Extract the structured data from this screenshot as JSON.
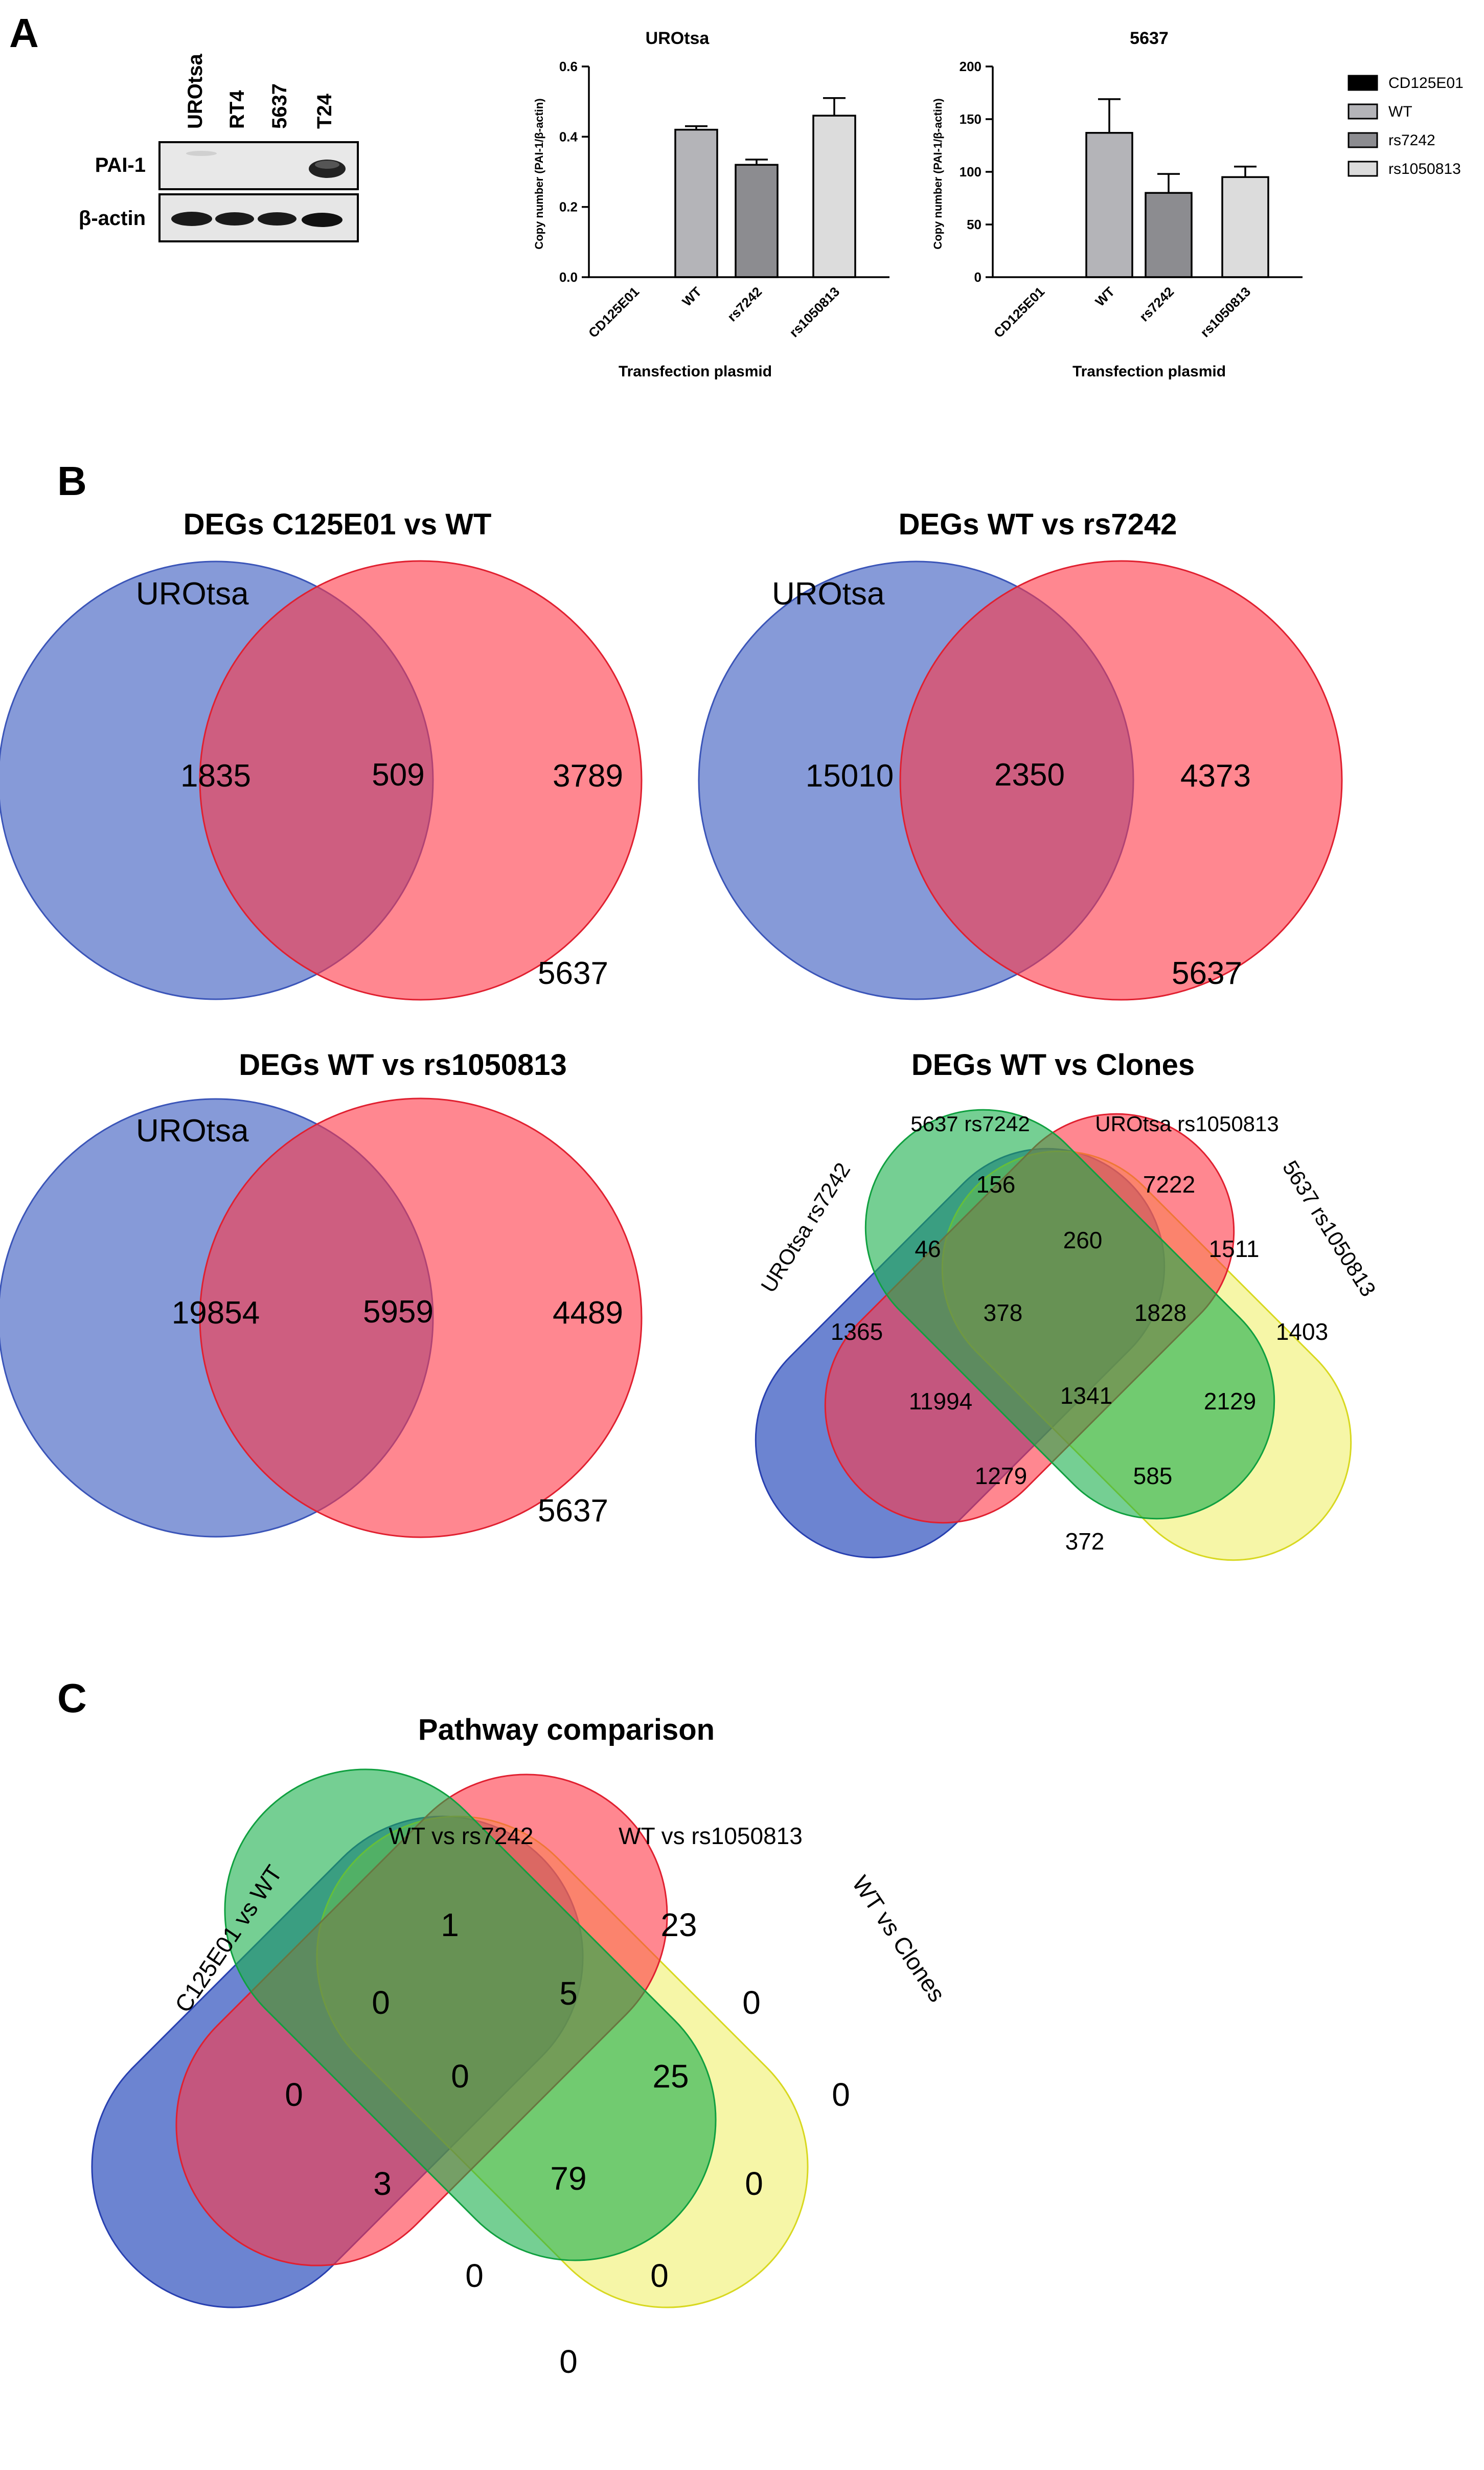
{
  "panel_letters": {
    "a": "A",
    "b": "B",
    "c": "C"
  },
  "western_blot": {
    "lanes": [
      "UROtsa",
      "RT4",
      "5637",
      "T24"
    ],
    "rows": [
      "PAI-1",
      "β-actin"
    ]
  },
  "legend": {
    "items": [
      {
        "label": "CD125E01",
        "color": "#000000"
      },
      {
        "label": "WT",
        "color": "#b4b4b8"
      },
      {
        "label": "rs7242",
        "color": "#8c8c90"
      },
      {
        "label": "rs1050813",
        "color": "#dcdcdc"
      }
    ]
  },
  "chart_data": [
    {
      "type": "bar",
      "title": "UROtsa",
      "xlabel": "Transfection plasmid",
      "ylabel": "Copy number (PAI-1/β-actin)",
      "categories": [
        "CD125E01",
        "WT",
        "rs7242",
        "rs1050813"
      ],
      "values": [
        0,
        0.42,
        0.32,
        0.46
      ],
      "errors": [
        0,
        0.01,
        0.015,
        0.05
      ],
      "ylim": [
        0,
        0.6
      ],
      "yticks": [
        "0.0",
        "0.2",
        "0.4",
        "0.6"
      ]
    },
    {
      "type": "bar",
      "title": "5637",
      "xlabel": "Transfection plasmid",
      "ylabel": "Copy number (PAI-1/β-actin)",
      "categories": [
        "CD125E01",
        "WT",
        "rs7242",
        "rs1050813"
      ],
      "values": [
        0,
        137,
        80,
        95
      ],
      "errors": [
        0,
        32,
        18,
        10
      ],
      "ylim": [
        0,
        200
      ],
      "yticks": [
        "0",
        "50",
        "100",
        "150",
        "200"
      ]
    }
  ],
  "venn2": [
    {
      "title": "DEGs C125E01 vs WT",
      "set_a": "UROtsa",
      "set_b": "5637",
      "only_a": "1835",
      "both": "509",
      "only_b": "3789"
    },
    {
      "title": "DEGs WT vs rs7242",
      "set_a": "UROtsa",
      "set_b": "5637",
      "only_a": "15010",
      "both": "2350",
      "only_b": "4373"
    },
    {
      "title": "DEGs WT vs rs1050813",
      "set_a": "UROtsa",
      "set_b": "5637",
      "only_a": "19854",
      "both": "5959",
      "only_b": "4489"
    }
  ],
  "venn4_degs": {
    "title": "DEGs WT vs Clones",
    "sets": [
      "UROtsa rs7242",
      "5637 rs7242",
      "UROtsa rs1050813",
      "5637 rs1050813"
    ],
    "values": [
      "156",
      "7222",
      "46",
      "260",
      "1511",
      "1365",
      "378",
      "1828",
      "1403",
      "11994",
      "1341",
      "2129",
      "1279",
      "585",
      "372"
    ]
  },
  "venn4_pathways": {
    "title": "Pathway comparison",
    "sets": [
      "C125E01 vs WT",
      "WT vs rs7242",
      "WT vs rs1050813",
      "WT vs Clones"
    ],
    "values": [
      "1",
      "23",
      "0",
      "5",
      "0",
      "0",
      "0",
      "25",
      "0",
      "3",
      "79",
      "0",
      "0",
      "0",
      "0"
    ]
  }
}
